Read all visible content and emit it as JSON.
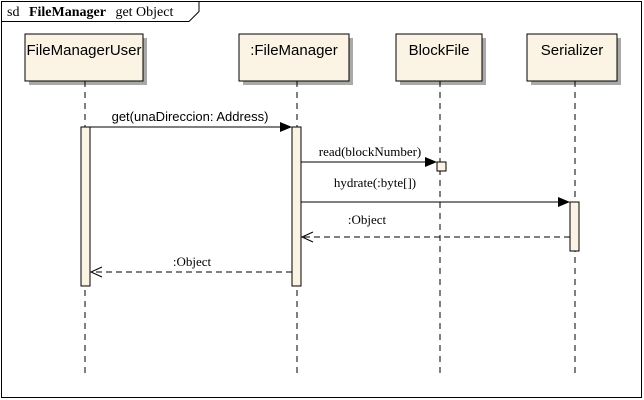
{
  "frame": {
    "prefix": "sd",
    "title_bold": "FileManager",
    "title_rest": "get  Object"
  },
  "lifelines": [
    {
      "id": "user",
      "label": "FileManagerUser"
    },
    {
      "id": "fm",
      "label": ":FileManager"
    },
    {
      "id": "block",
      "label": "BlockFile"
    },
    {
      "id": "ser",
      "label": "Serializer"
    }
  ],
  "messages": [
    {
      "label": "get(unaDireccion:  Address)",
      "from": "user",
      "to": "fm",
      "kind": "sync"
    },
    {
      "label": "read(blockNumber)",
      "from": "fm",
      "to": "block",
      "kind": "sync"
    },
    {
      "label": "hydrate(:byte[])",
      "from": "fm",
      "to": "ser",
      "kind": "sync"
    },
    {
      "label": ":Object",
      "from": "ser",
      "to": "fm",
      "kind": "return"
    },
    {
      "label": ":Object",
      "from": "fm",
      "to": "user",
      "kind": "return"
    }
  ],
  "colors": {
    "head_fill": "#fbf3e3",
    "activation_fill": "#fbf3e3",
    "line": "#000000",
    "shadow": "#a9a9a9"
  }
}
